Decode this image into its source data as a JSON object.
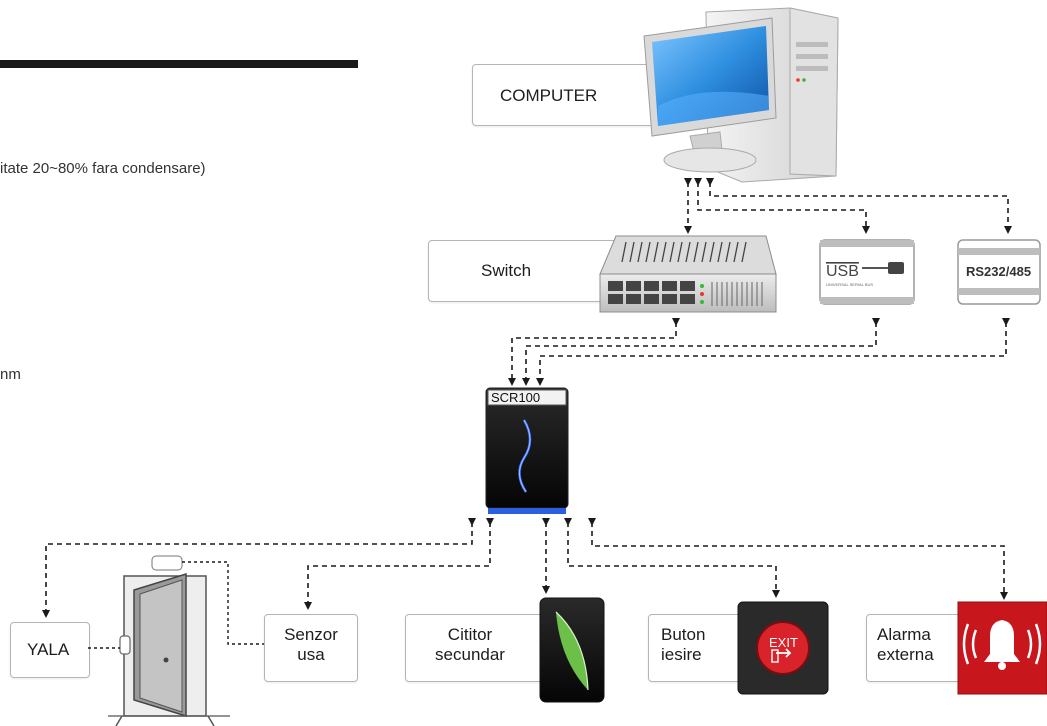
{
  "side_text": {
    "humidity_fragment": "itate 20~80% fara condensare)",
    "mm_fragment": "nm"
  },
  "nodes": {
    "computer": "COMPUTER",
    "switch": "Switch",
    "usb_logo": "USB",
    "usb_sub": "UNIVERSAL SERIAL BUS",
    "rs232": "RS232/485",
    "reader_model": "SCR100",
    "yala": "YALA",
    "senzor_line1": "Senzor",
    "senzor_line2": "usa",
    "cititor_line1": "Cititor",
    "cititor_line2": "secundar",
    "buton_line1": "Buton",
    "buton_line2": "iesire",
    "exit_text": "EXIT",
    "alarma_line1": "Alarma",
    "alarma_line2": "externa"
  },
  "colors": {
    "exit_red": "#d8232a",
    "alarm_red": "#c8161d",
    "screen_blue": "#2f8fe0"
  }
}
